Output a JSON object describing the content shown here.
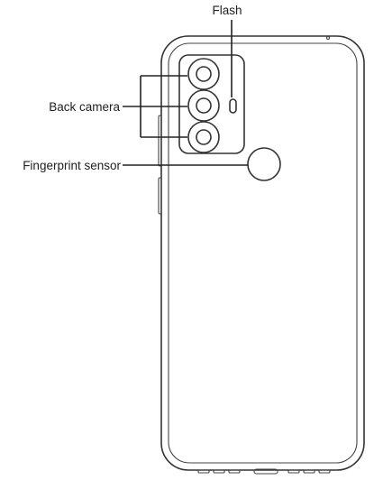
{
  "labels": {
    "flash": "Flash",
    "back_camera": "Back camera",
    "fingerprint_sensor": "Fingerprint sensor"
  },
  "colors": {
    "line": "#333333",
    "background": "#ffffff"
  }
}
